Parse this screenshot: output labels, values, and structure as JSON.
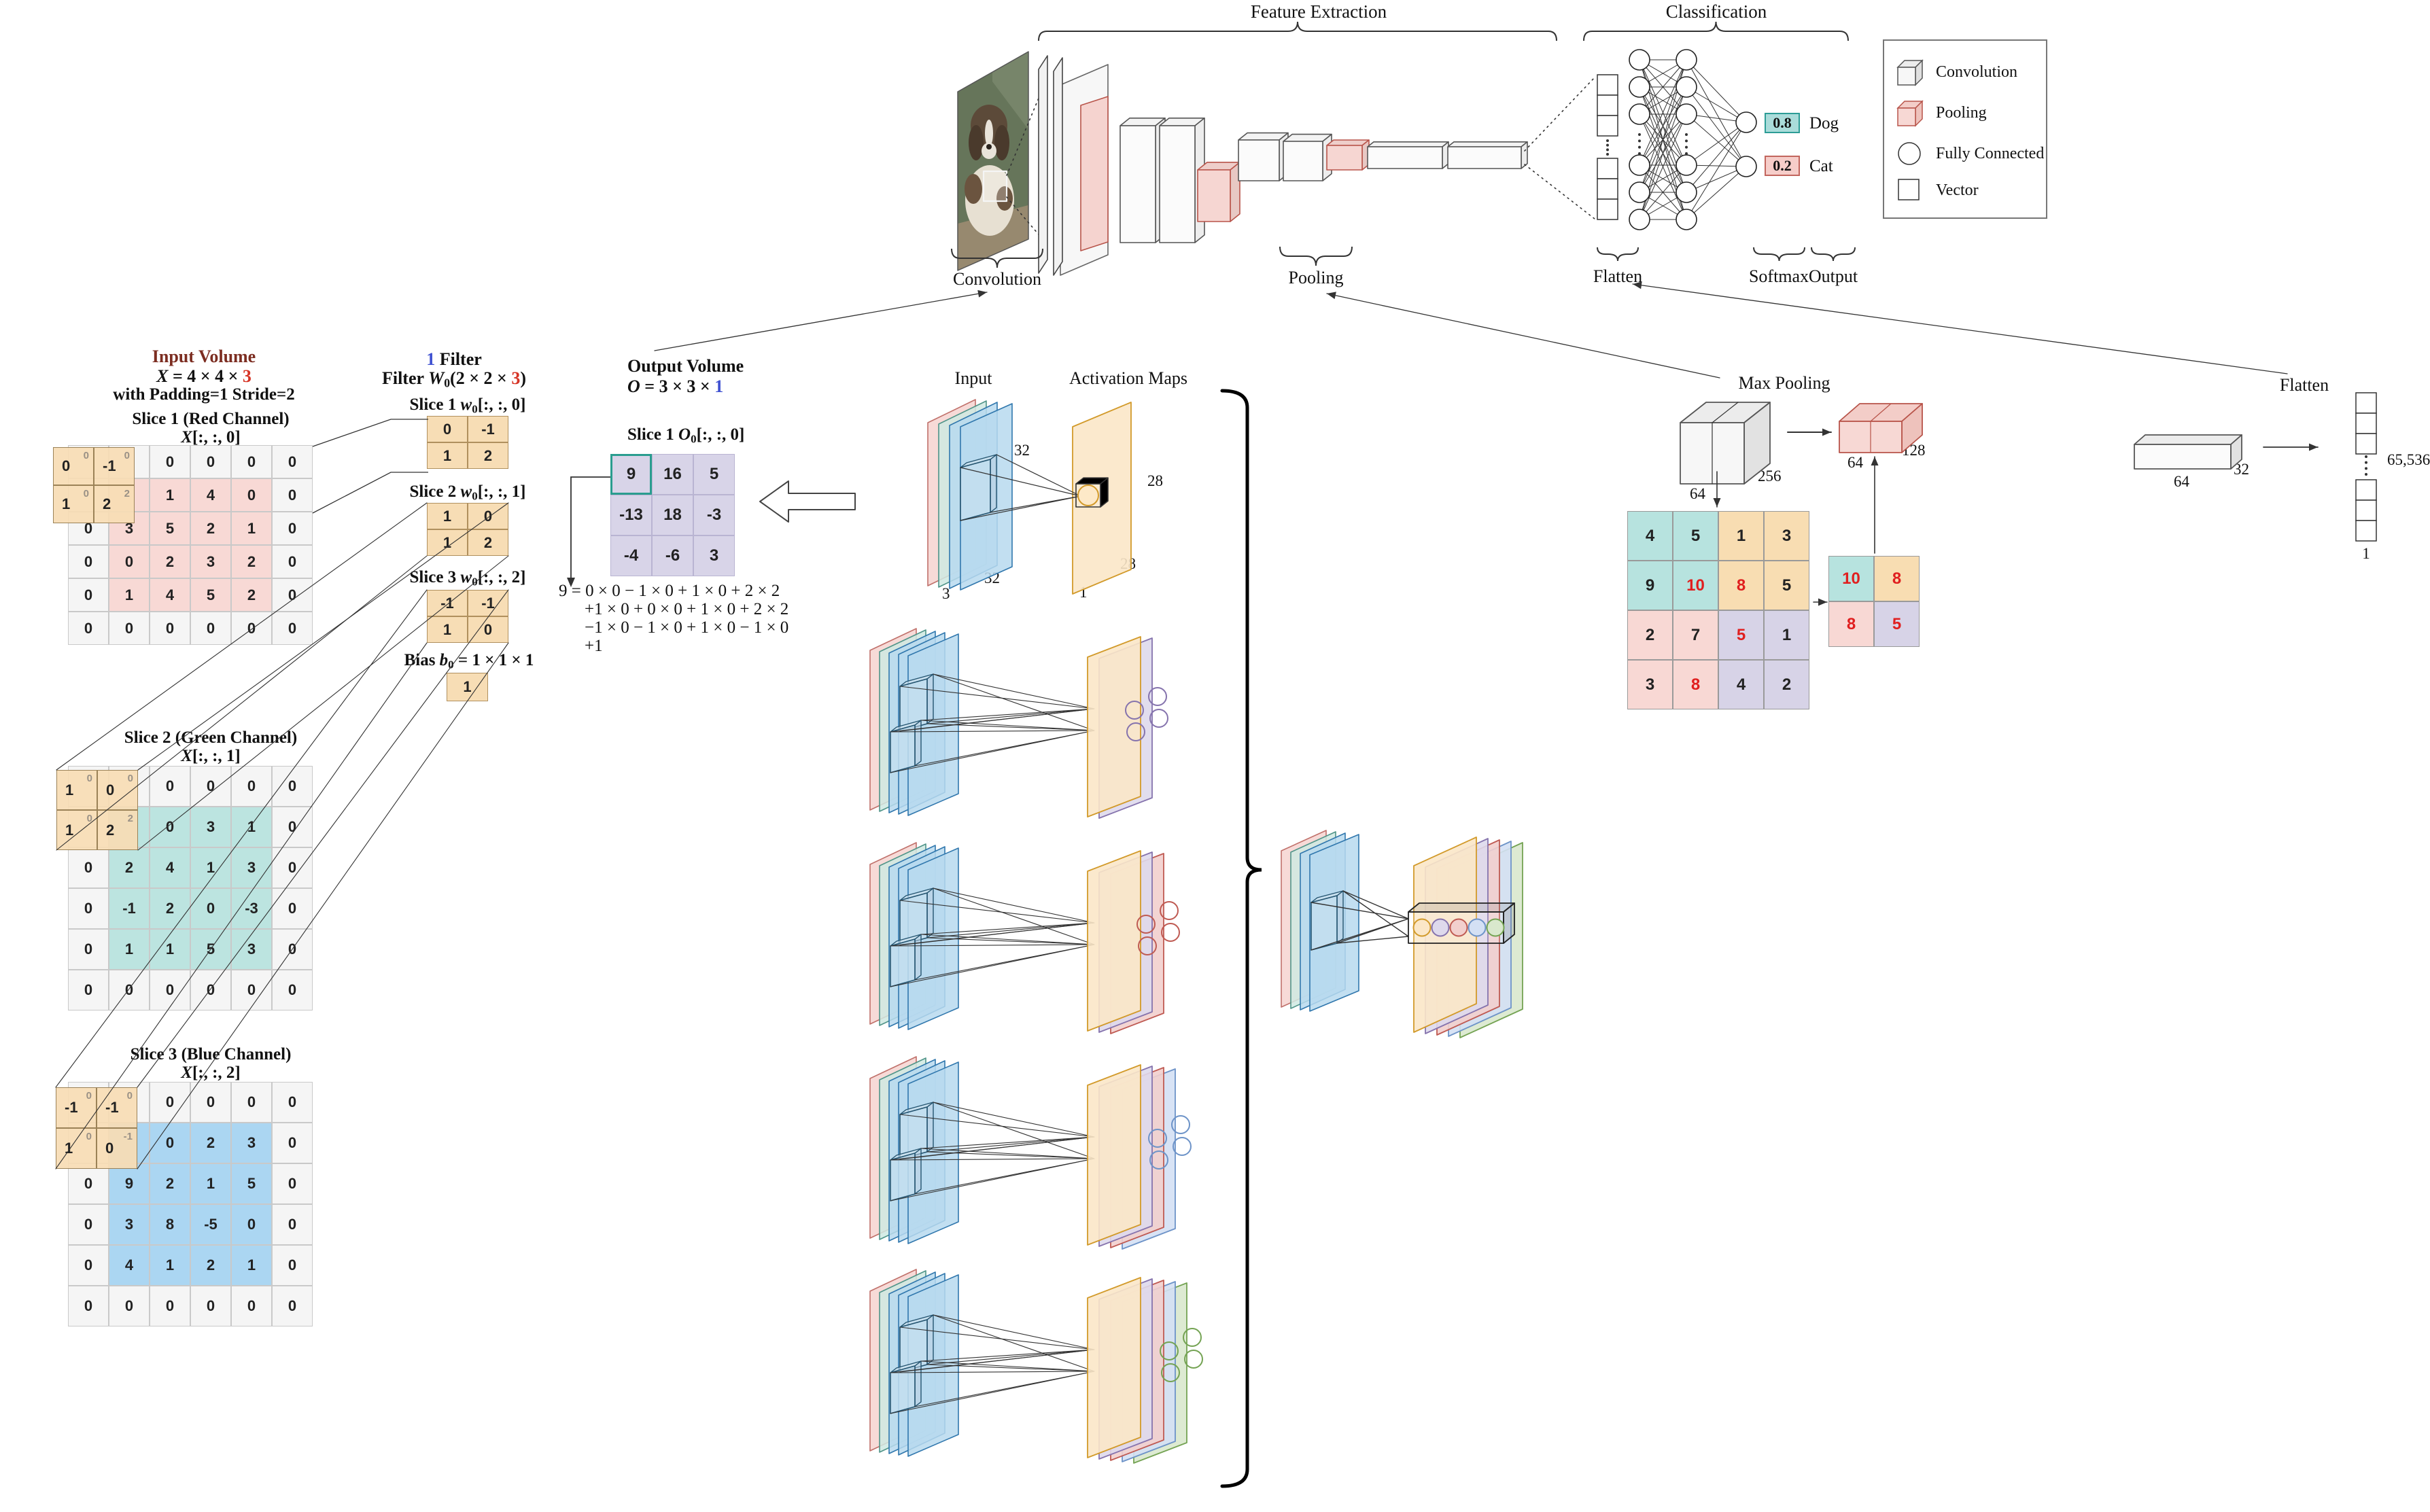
{
  "overview": {
    "feature_extraction_label": "Feature Extraction",
    "classification_label": "Classification",
    "convolution_label": "Convolution",
    "pooling_label": "Pooling",
    "flatten_label": "Flatten",
    "softmax_label": "Softmax",
    "output_label": "Output",
    "outputs": [
      {
        "score": "0.8",
        "name": "Dog"
      },
      {
        "score": "0.2",
        "name": "Cat"
      }
    ],
    "legend": [
      {
        "icon": "convolution-cube-icon",
        "label": "Convolution"
      },
      {
        "icon": "pooling-cube-icon",
        "label": "Pooling"
      },
      {
        "icon": "fully-connected-icon",
        "label": "Fully Connected"
      },
      {
        "icon": "vector-icon",
        "label": "Vector"
      }
    ]
  },
  "input_volume": {
    "title": "Input Volume",
    "dims_segments": [
      {
        "t": "X",
        "i": 1
      },
      {
        "t": " = 4 × 4 × "
      },
      {
        "t": "3",
        "c": "red"
      }
    ],
    "note": "with Padding=1 Stride=2",
    "slices": [
      {
        "name": "Slice 1 (Red Channel)",
        "index_segments": [
          {
            "t": "X",
            "i": 1
          },
          {
            "t": "[:, :, 0]"
          }
        ],
        "theme": "th-red",
        "grid": [
          [
            "0",
            "-1",
            "0",
            "0",
            "0",
            "0"
          ],
          [
            "1",
            "2",
            "1",
            "4",
            "0",
            "0"
          ],
          [
            "0",
            "3",
            "5",
            "2",
            "1",
            "0"
          ],
          [
            "0",
            "0",
            "2",
            "3",
            "2",
            "0"
          ],
          [
            "0",
            "1",
            "4",
            "5",
            "2",
            "0"
          ],
          [
            "0",
            "0",
            "0",
            "0",
            "0",
            "0"
          ]
        ],
        "overlay_small": [
          [
            "0",
            "0"
          ],
          [
            "0",
            "2"
          ]
        ]
      },
      {
        "name": "Slice 2 (Green Channel)",
        "index_segments": [
          {
            "t": "X",
            "i": 1
          },
          {
            "t": "[:, :, 1]"
          }
        ],
        "theme": "th-green",
        "grid": [
          [
            "1",
            "0",
            "0",
            "0",
            "0",
            "0"
          ],
          [
            "1",
            "2",
            "0",
            "3",
            "1",
            "0"
          ],
          [
            "0",
            "2",
            "4",
            "1",
            "3",
            "0"
          ],
          [
            "0",
            "-1",
            "2",
            "0",
            "-3",
            "0"
          ],
          [
            "0",
            "1",
            "1",
            "5",
            "3",
            "0"
          ],
          [
            "0",
            "0",
            "0",
            "0",
            "0",
            "0"
          ]
        ],
        "overlay_small": [
          [
            "0",
            "0"
          ],
          [
            "0",
            "2"
          ]
        ]
      },
      {
        "name": "Slice 3 (Blue Channel)",
        "index_segments": [
          {
            "t": "X",
            "i": 1
          },
          {
            "t": "[:, :, 2]"
          }
        ],
        "theme": "th-blue",
        "grid": [
          [
            "-1",
            "-1",
            "0",
            "0",
            "0",
            "0"
          ],
          [
            "1",
            "0",
            "0",
            "2",
            "3",
            "0"
          ],
          [
            "0",
            "9",
            "2",
            "1",
            "5",
            "0"
          ],
          [
            "0",
            "3",
            "8",
            "-5",
            "0",
            "0"
          ],
          [
            "0",
            "4",
            "1",
            "2",
            "1",
            "0"
          ],
          [
            "0",
            "0",
            "0",
            "0",
            "0",
            "0"
          ]
        ],
        "overlay_small": [
          [
            "0",
            "0"
          ],
          [
            "0",
            "-1"
          ]
        ]
      }
    ]
  },
  "filter": {
    "count_segments": [
      {
        "t": "1",
        "c": "blue"
      },
      {
        "t": " Filter"
      }
    ],
    "title_segments": [
      {
        "t": "Filter "
      },
      {
        "t": "W",
        "i": 1
      },
      {
        "t": "0",
        "s": 1
      },
      {
        "t": "(2 × 2 × "
      },
      {
        "t": "3",
        "c": "red"
      },
      {
        "t": ")"
      }
    ],
    "slices": [
      {
        "label_segments": [
          {
            "t": "Slice 1 "
          },
          {
            "t": "w",
            "i": 1
          },
          {
            "t": "0",
            "s": 1
          },
          {
            "t": "[:, :, 0]"
          }
        ],
        "values": [
          [
            "0",
            "-1"
          ],
          [
            "1",
            "2"
          ]
        ]
      },
      {
        "label_segments": [
          {
            "t": "Slice 2 "
          },
          {
            "t": "w",
            "i": 1
          },
          {
            "t": "0",
            "s": 1
          },
          {
            "t": "[:, :, 1]"
          }
        ],
        "values": [
          [
            "1",
            "0"
          ],
          [
            "1",
            "2"
          ]
        ]
      },
      {
        "label_segments": [
          {
            "t": "Slice 3 "
          },
          {
            "t": "w",
            "i": 1
          },
          {
            "t": "0",
            "s": 1
          },
          {
            "t": "[:, :, 2]"
          }
        ],
        "values": [
          [
            "-1",
            "-1"
          ],
          [
            "1",
            "0"
          ]
        ]
      }
    ],
    "bias_segments": [
      {
        "t": "Bias "
      },
      {
        "t": "b",
        "i": 1
      },
      {
        "t": "0",
        "s": 1
      },
      {
        "t": " = 1 × 1 × 1"
      }
    ],
    "bias_value": "1"
  },
  "output_volume": {
    "title": "Output Volume",
    "dims_segments": [
      {
        "t": "O",
        "i": 1
      },
      {
        "t": " = 3 × 3 × "
      },
      {
        "t": "1",
        "c": "blue"
      }
    ],
    "slice_segments": [
      {
        "t": "Slice 1 "
      },
      {
        "t": "O",
        "i": 1
      },
      {
        "t": "0",
        "s": 1
      },
      {
        "t": "[:, :, 0]"
      }
    ],
    "values": [
      [
        "9",
        "16",
        "5"
      ],
      [
        "-13",
        "18",
        "-3"
      ],
      [
        "-4",
        "-6",
        "3"
      ]
    ],
    "equation_lines": [
      "9 = 0 × 0 − 1 × 0 + 1 × 0 + 2 × 2",
      "+1 × 0 + 0 × 0 + 1 × 0 + 2 × 2",
      "−1 × 0 − 1 × 0 + 1 × 0 − 1 × 0",
      "+1"
    ]
  },
  "conv_maps": {
    "input_label": "Input",
    "maps_label": "Activation Maps",
    "input_w": "32",
    "input_h": "32",
    "input_d": "3",
    "map_w": "28",
    "map_h": "28",
    "map_d": "1"
  },
  "max_pooling": {
    "title": "Max Pooling",
    "cube_in": {
      "w": "256",
      "h": "256",
      "d": "64"
    },
    "cube_out": {
      "w": "128",
      "h": "128",
      "d": "64"
    },
    "grid": [
      [
        "4",
        "5",
        "1",
        "3"
      ],
      [
        "9",
        "10",
        "8",
        "5"
      ],
      [
        "2",
        "7",
        "5",
        "1"
      ],
      [
        "3",
        "8",
        "4",
        "2"
      ]
    ],
    "grid_red": [
      [
        1,
        1
      ],
      [
        1,
        2
      ],
      [
        2,
        2
      ],
      [
        3,
        1
      ]
    ],
    "pooled": [
      [
        "10",
        "8"
      ],
      [
        "8",
        "5"
      ]
    ]
  },
  "flatten_detail": {
    "title": "Flatten",
    "box_w": "64",
    "box_h": "32",
    "box_d": "32",
    "vector_len": "65,536",
    "vector_w": "1"
  }
}
